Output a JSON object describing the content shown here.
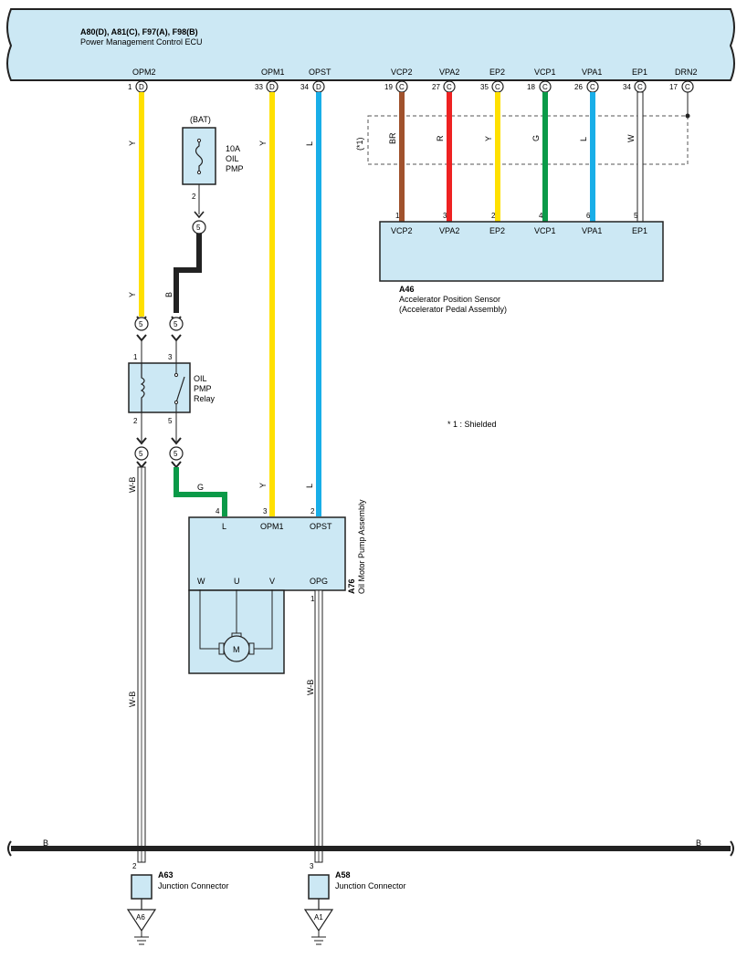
{
  "ecu": {
    "connectors": "A80(D), A81(C), F97(A), F98(B)",
    "name": "Power Management Control ECU",
    "terminals": [
      {
        "name": "OPM2",
        "pin": "1",
        "conn": "D"
      },
      {
        "name": "OPM1",
        "pin": "33",
        "conn": "D"
      },
      {
        "name": "OPST",
        "pin": "34",
        "conn": "D"
      },
      {
        "name": "VCP2",
        "pin": "19",
        "conn": "C"
      },
      {
        "name": "VPA2",
        "pin": "27",
        "conn": "C"
      },
      {
        "name": "EP2",
        "pin": "35",
        "conn": "C"
      },
      {
        "name": "VCP1",
        "pin": "18",
        "conn": "C"
      },
      {
        "name": "VPA1",
        "pin": "26",
        "conn": "C"
      },
      {
        "name": "EP1",
        "pin": "34",
        "conn": "C"
      },
      {
        "name": "DRN2",
        "pin": "17",
        "conn": "C"
      }
    ]
  },
  "wire_colors": {
    "opm2": "Y",
    "opm1": "Y",
    "opst": "L",
    "bat": "B",
    "relay_out": "W-B",
    "pump_l": "G",
    "vcp2": "BR",
    "vpa2": "R",
    "ep2": "Y",
    "vcp1": "G",
    "vpa1": "L",
    "ep1": "W",
    "opm2_lower": "Y",
    "opm1_lower": "Y",
    "opst_lower": "L",
    "ground_left": "W-B",
    "ground_right": "W-B"
  },
  "colors": {
    "ecu_fill": "#cce8f4",
    "yellow": "#ffe000",
    "blue": "#19aee8",
    "black": "#222222",
    "brown": "#a0522d",
    "red": "#ee2222",
    "green": "#0a9a48",
    "white": "#ffffff"
  },
  "shield": {
    "label": "(*1)",
    "note": "* 1 : Shielded"
  },
  "fuse": {
    "source": "(BAT)",
    "amp": "10A",
    "name1": "OIL",
    "name2": "PMP",
    "pin": "2"
  },
  "junction": {
    "top": "5",
    "relay_in_1": "5",
    "relay_in_2": "5",
    "relay_out_1": "5",
    "relay_out_2": "5"
  },
  "relay": {
    "line1": "OIL",
    "line2": "PMP",
    "line3": "Relay",
    "pin1": "1",
    "pin3": "3",
    "pin2": "2",
    "pin5": "5"
  },
  "sensor": {
    "code": "A46",
    "name": "Accelerator Position Sensor",
    "sub": "(Accelerator Pedal Assembly)",
    "terminals": [
      {
        "name": "VCP2",
        "pin": "1"
      },
      {
        "name": "VPA2",
        "pin": "3"
      },
      {
        "name": "EP2",
        "pin": "2"
      },
      {
        "name": "VCP1",
        "pin": "4"
      },
      {
        "name": "VPA1",
        "pin": "6"
      },
      {
        "name": "EP1",
        "pin": "5"
      }
    ]
  },
  "pump": {
    "code": "A76",
    "name": "Oil Motor Pump Assembly",
    "top_terminals": [
      {
        "name": "L",
        "pin": "4"
      },
      {
        "name": "OPM1",
        "pin": "3"
      },
      {
        "name": "OPST",
        "pin": "2"
      }
    ],
    "motor_terminals": [
      "W",
      "U",
      "V"
    ],
    "opg": "OPG",
    "opg_pin": "1",
    "motor": "M"
  },
  "ground_bus": {
    "left": "B",
    "right": "B"
  },
  "connectors_bottom": [
    {
      "code": "A63",
      "name": "Junction Connector",
      "pin": "2",
      "ground": "A6"
    },
    {
      "code": "A58",
      "name": "Junction Connector",
      "pin": "3",
      "ground": "A1"
    }
  ]
}
